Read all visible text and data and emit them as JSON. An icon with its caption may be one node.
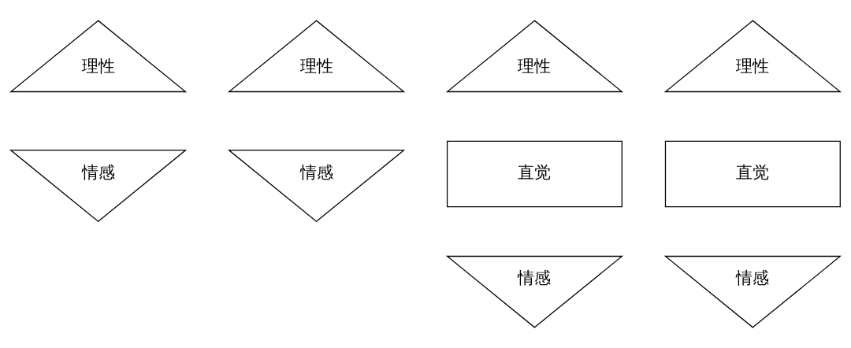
{
  "diagram": {
    "nodes": [
      {
        "text": [
          "理性"
        ]
      },
      {
        "text": [
          "情感"
        ]
      },
      {
        "text": [
          "理性"
        ]
      },
      {
        "text": [
          "情感"
        ]
      },
      {
        "text": [
          "理性"
        ]
      },
      {
        "text": [
          "直觉"
        ]
      },
      {
        "text": [
          "情感"
        ]
      },
      {
        "text": [
          "理性"
        ]
      },
      {
        "text": [
          "直觉"
        ]
      },
      {
        "text": [
          "情感"
        ]
      }
    ]
  }
}
